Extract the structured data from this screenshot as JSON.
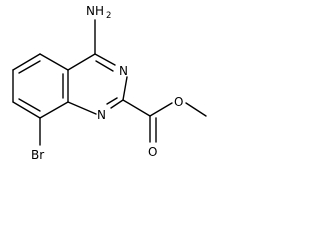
{
  "structure": {
    "atom_labels": {
      "amino": "NH",
      "amino_subscript": "2",
      "ring_n_top": "N",
      "ring_n_bottom": "N",
      "bromo": "Br",
      "carbonyl_o": "O",
      "ester_o": "O"
    }
  }
}
